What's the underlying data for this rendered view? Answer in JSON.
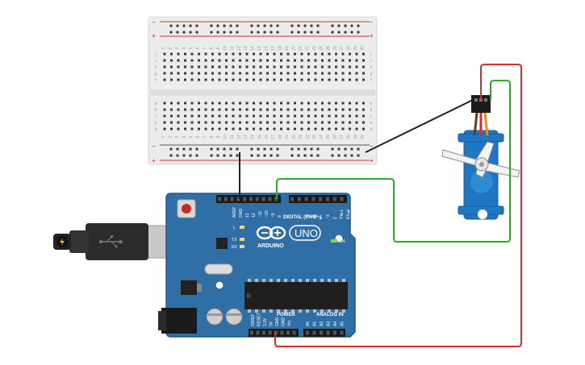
{
  "colors": {
    "background": "#ffffff",
    "breadboard": "#ececec",
    "rail_red": "#d32f2f",
    "rail_black": "#6b6b6b",
    "arduino_board": "#2f6fa6",
    "servo_body": "#1f77c4",
    "wire_red": "#d32f2f",
    "wire_green": "#2ea82e",
    "wire_black": "#222222"
  },
  "breadboard": {
    "column_numbers": [
      "1",
      "2",
      "3",
      "4",
      "5",
      "6",
      "7",
      "8",
      "9",
      "10",
      "11",
      "12",
      "13",
      "14",
      "15",
      "16",
      "17",
      "18",
      "19",
      "20",
      "21",
      "22",
      "23",
      "24",
      "25",
      "26",
      "27",
      "28",
      "29",
      "30"
    ],
    "row_letters_top": [
      "j",
      "i",
      "h",
      "g",
      "f"
    ],
    "row_letters_bottom": [
      "e",
      "d",
      "c",
      "b",
      "a"
    ],
    "rail_plus": "+",
    "rail_minus": "−"
  },
  "arduino": {
    "brand": "ARDUINO",
    "model": "UNO",
    "digital_label": "DIGITAL (PWM~)",
    "aref_label": "AREF",
    "gnd_label": "GND",
    "digital_pins": [
      "13",
      "12",
      "~11",
      "~10",
      "~9",
      "8",
      "7",
      "~6",
      "~5",
      "4",
      "~3",
      "2",
      "TX▸1",
      "RX◂0"
    ],
    "led_l": "L",
    "led_tx": "TX",
    "led_rx": "RX",
    "on_label": "ON",
    "power_label": "POWER",
    "analog_label": "ANALOG IN",
    "power_pins": [
      "IOREF",
      "RESET",
      "3.3V",
      "5V",
      "GND",
      "GND",
      "Vin"
    ],
    "analog_pins": [
      "A0",
      "A1",
      "A2",
      "A3",
      "A4",
      "A5"
    ]
  },
  "icons": {
    "usb": "usb-icon",
    "lightning": "lightning-icon",
    "infinity_logo": "arduino-logo-icon"
  }
}
